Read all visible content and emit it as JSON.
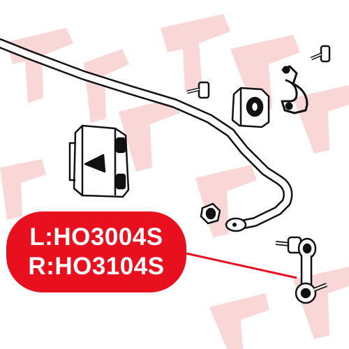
{
  "colors": {
    "badge_background": "#e8101e",
    "badge_text": "#ffffff",
    "line_art": "#111111",
    "watermark": "#f4b8b8",
    "leader_line": "#e8101e"
  },
  "watermark": {
    "kind": "brand-logo-watermark"
  },
  "badge": {
    "line_left": "L:HO3004S",
    "line_right": "R:HO3104S"
  },
  "parts": [
    {
      "icon": "stabilizer-bar"
    },
    {
      "icon": "mounting-bracket"
    },
    {
      "icon": "bushing"
    },
    {
      "icon": "bushing-clamp"
    },
    {
      "icon": "bolt"
    },
    {
      "icon": "bolt"
    },
    {
      "icon": "end-link-bushing"
    },
    {
      "icon": "stabilizer-link"
    }
  ]
}
